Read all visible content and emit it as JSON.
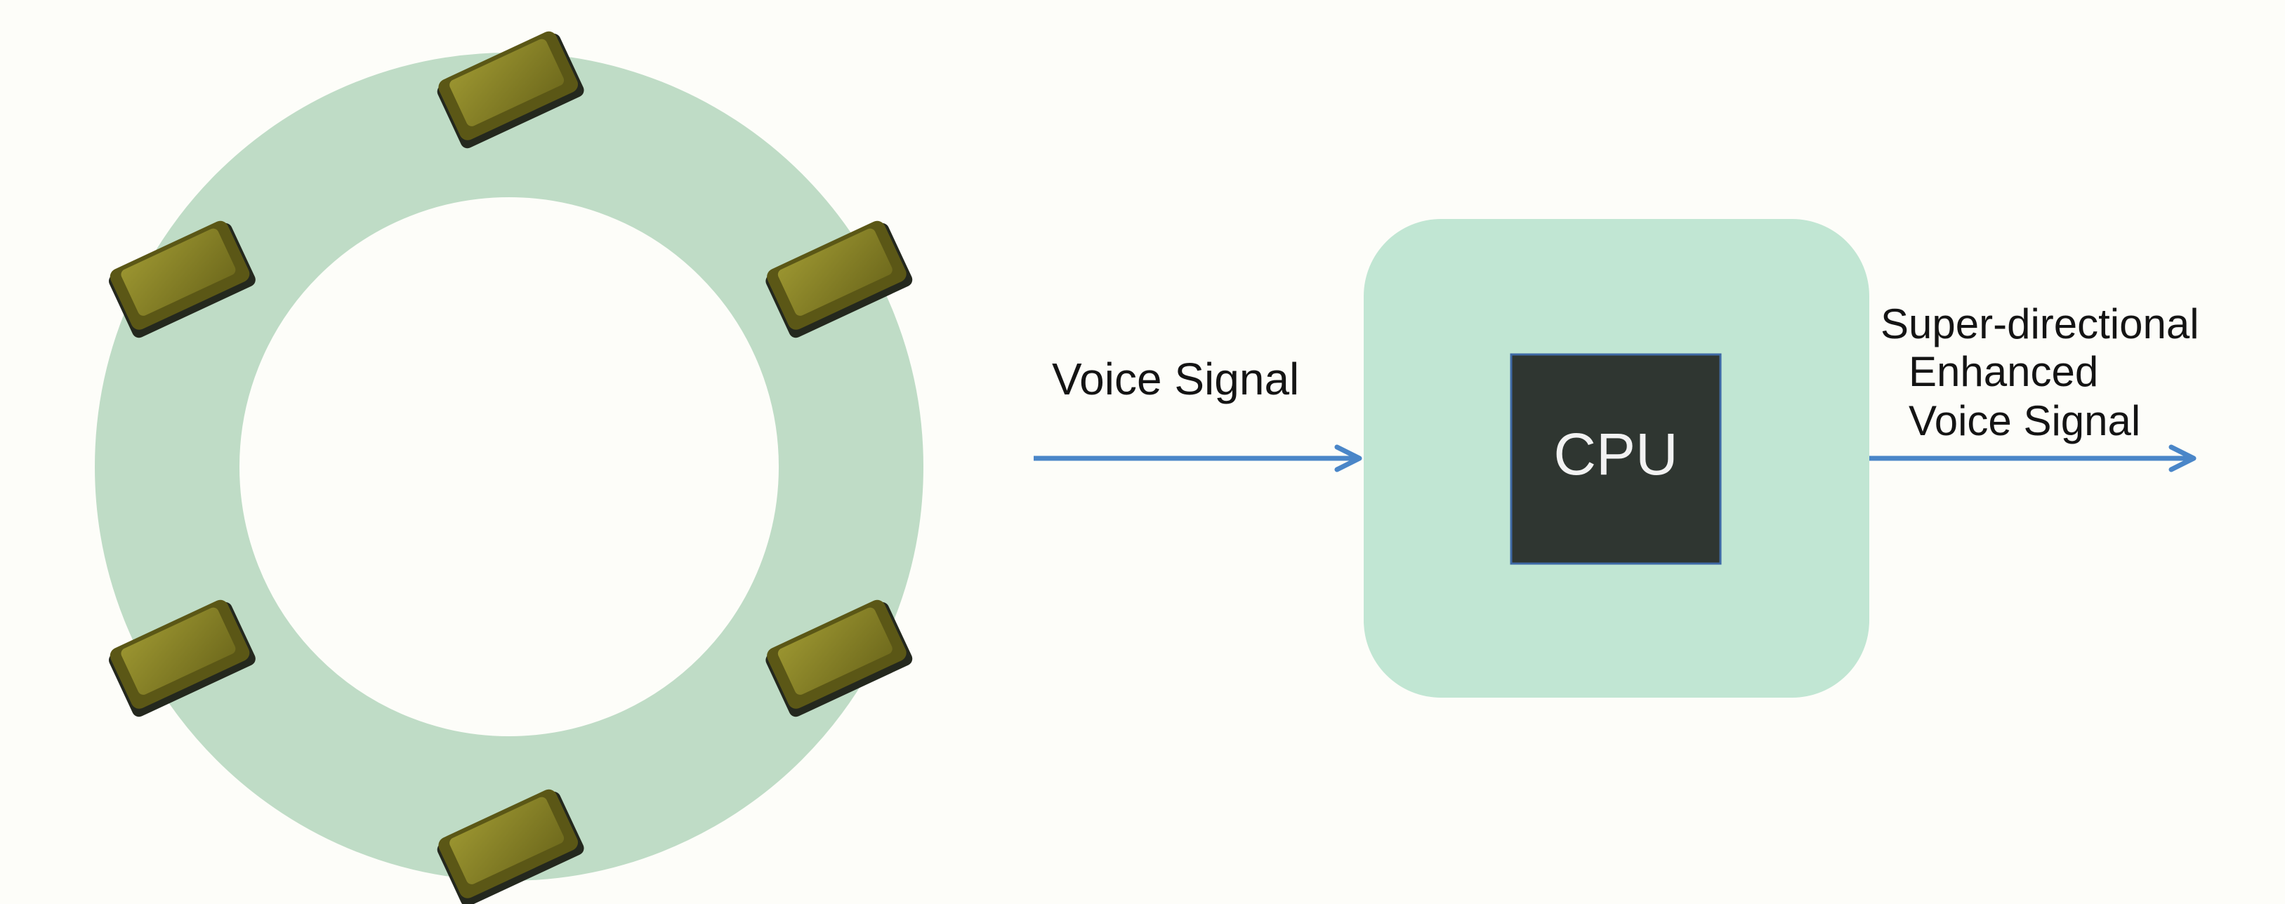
{
  "diagram": {
    "input_label": "Voice Signal",
    "processor_label": "CPU",
    "output_label_lines": [
      "Super-directional",
      "Enhanced",
      "Voice Signal"
    ],
    "microphone_count": 6,
    "colors": {
      "background": "#fdfdf9",
      "ring": "#bfdcc6",
      "processor_box": "#c1e6d3",
      "cpu_chip": "#2f3631",
      "cpu_text": "#f2f2f2",
      "arrow": "#4a86c8",
      "mic_top": "#8a8426",
      "mic_side": "#5b5716",
      "mic_base": "#24281e"
    }
  }
}
